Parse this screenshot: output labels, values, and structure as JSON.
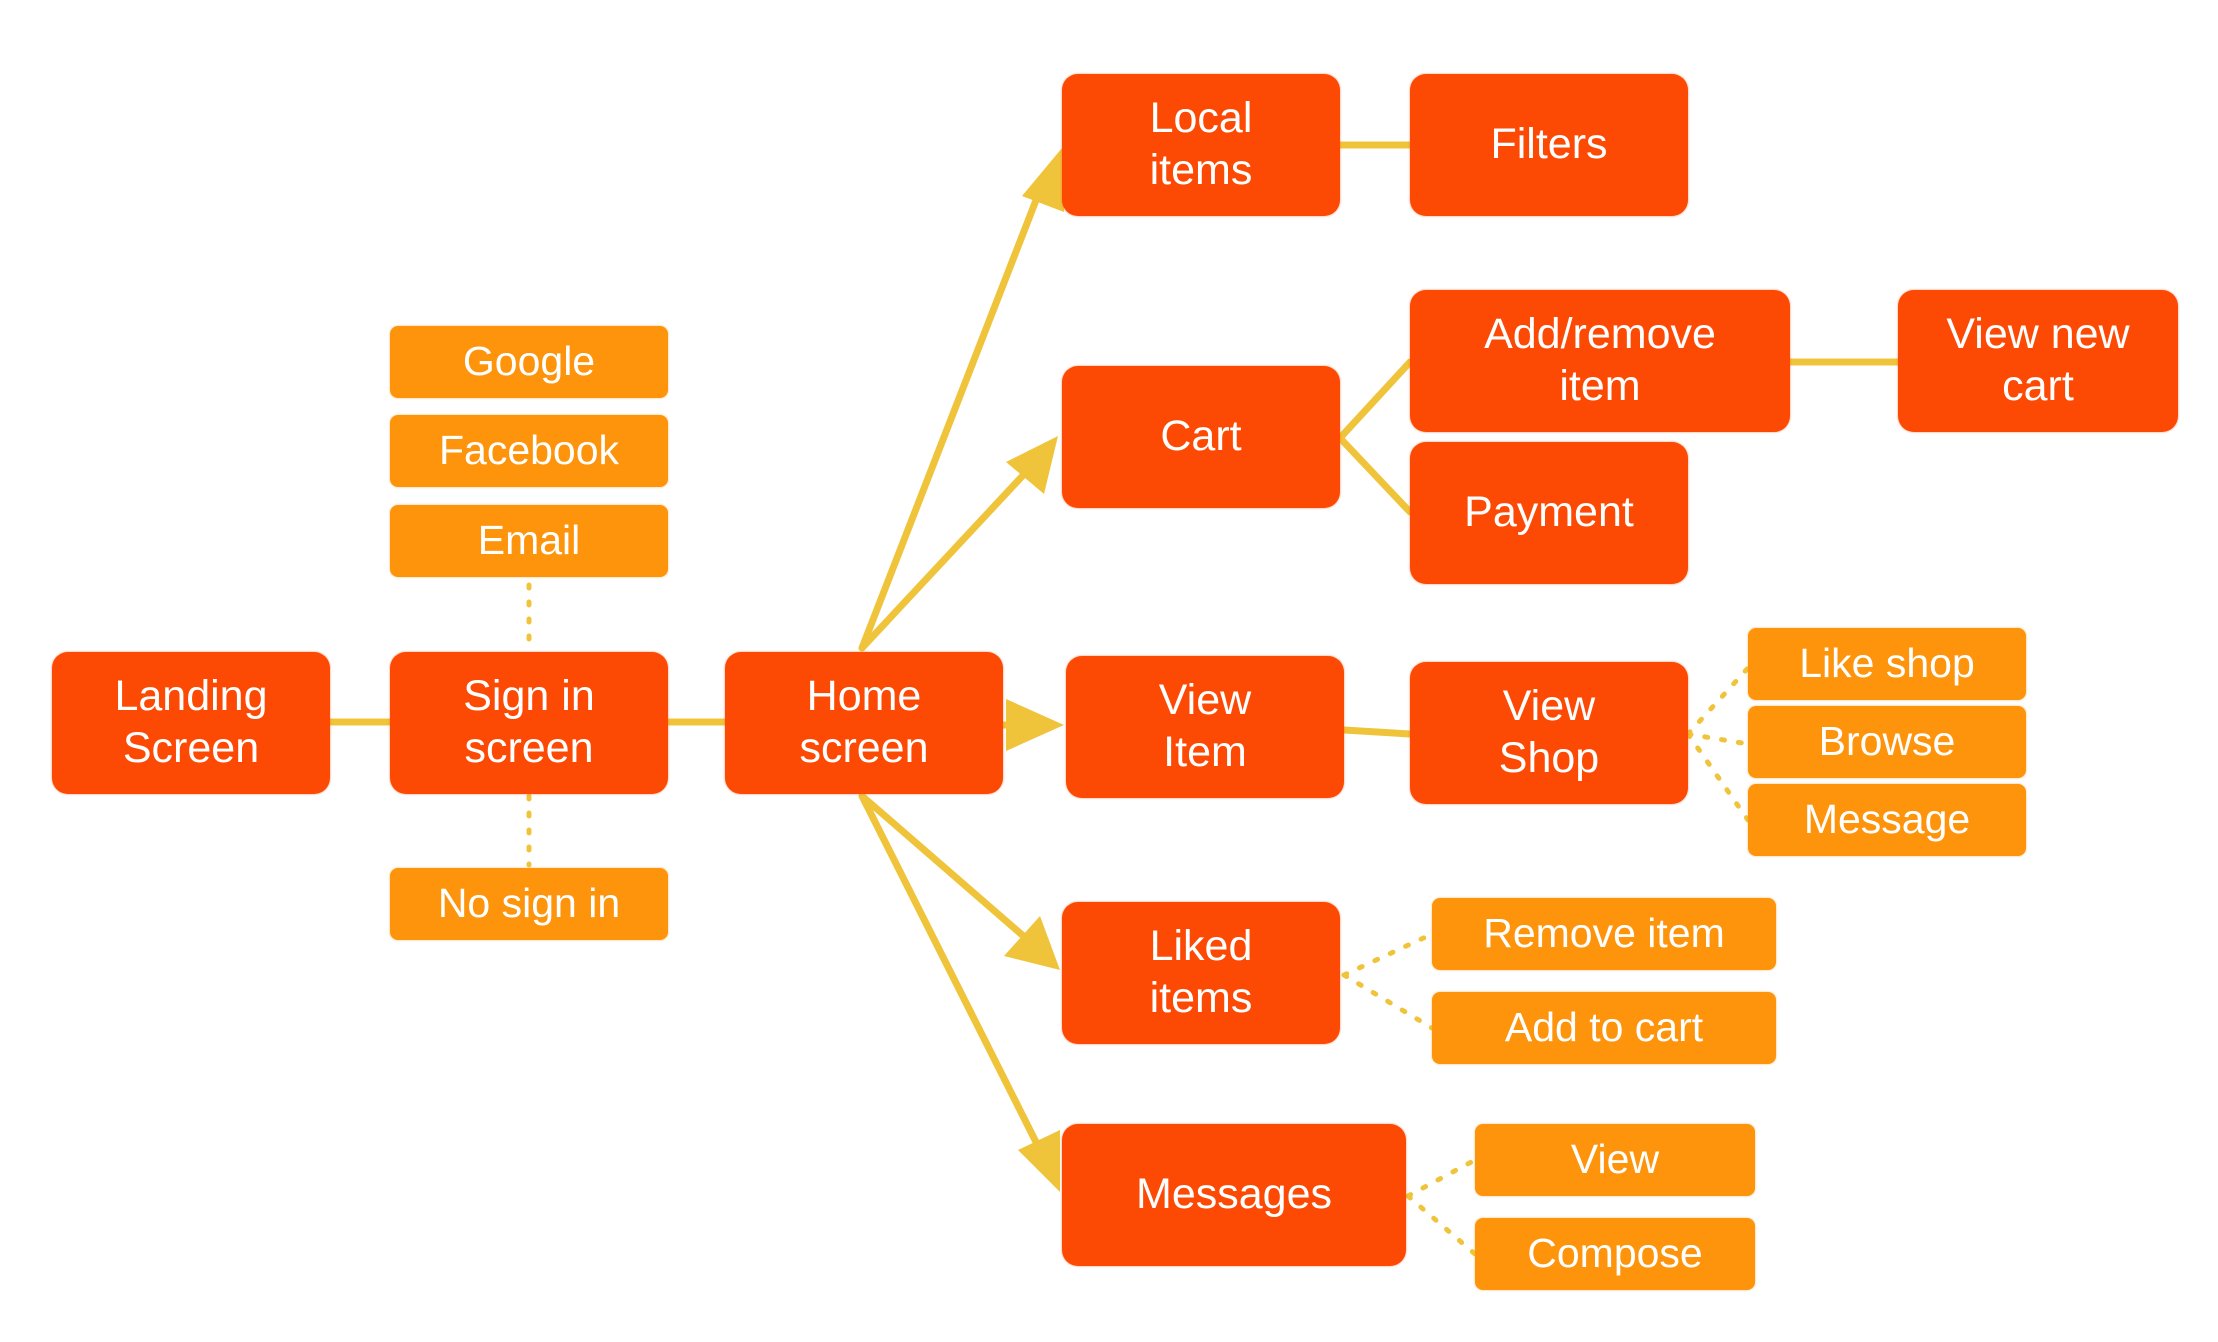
{
  "diagram": {
    "colors": {
      "primary_node": "#fc4a05",
      "secondary_node": "#fd940b",
      "connector": "#f0c43a",
      "text": "#ffffff"
    },
    "nodes": {
      "landing": "Landing\nScreen",
      "signin": "Sign in\nscreen",
      "google": "Google",
      "facebook": "Facebook",
      "email": "Email",
      "nosignin": "No sign in",
      "home": "Home\nscreen",
      "local": "Local\nitems",
      "filters": "Filters",
      "cart": "Cart",
      "addremove": "Add/remove\nitem",
      "viewcart": "View new\ncart",
      "payment": "Payment",
      "viewitem": "View\nItem",
      "viewshop": "View\nShop",
      "likeshop": "Like shop",
      "browse": "Browse",
      "message": "Message",
      "liked": "Liked\nitems",
      "removeitem": "Remove item",
      "addtocart": "Add to cart",
      "messages": "Messages",
      "view": "View",
      "compose": "Compose"
    }
  }
}
